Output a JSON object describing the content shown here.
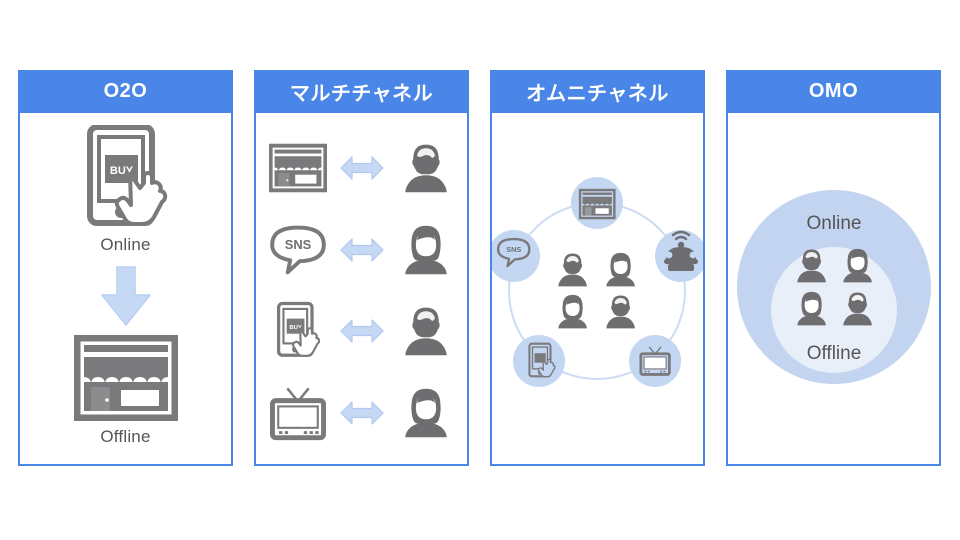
{
  "diagram": {
    "title_omitted": "",
    "panels": [
      {
        "id": "o2o",
        "header": "O2O",
        "top_label": "Online",
        "bottom_label": "Offline",
        "icons": [
          "tablet-buy-hand-icon",
          "down-arrow-icon",
          "store-icon"
        ]
      },
      {
        "id": "multi-channel",
        "header": "マルチチャネル",
        "rows": [
          {
            "left_icon": "store-icon",
            "connector": "double-arrow-icon",
            "right_icon": "person-male-icon"
          },
          {
            "left_icon": "sns-bubble-icon",
            "left_icon_text": "SNS",
            "connector": "double-arrow-icon",
            "right_icon": "person-female-icon"
          },
          {
            "left_icon": "tablet-buy-hand-icon",
            "left_icon_text": "BUY",
            "connector": "double-arrow-icon",
            "right_icon": "person-male-icon"
          },
          {
            "left_icon": "tv-icon",
            "connector": "double-arrow-icon",
            "right_icon": "person-female-icon"
          }
        ]
      },
      {
        "id": "omni-channel",
        "header": "オムニチャネル",
        "ring_icons": [
          {
            "name": "store-icon",
            "position": "top"
          },
          {
            "name": "telephone-icon",
            "position": "right"
          },
          {
            "name": "tv-icon",
            "position": "bottom-right"
          },
          {
            "name": "tablet-buy-hand-icon",
            "position": "bottom-left"
          },
          {
            "name": "sns-bubble-icon",
            "label": "SNS",
            "position": "left"
          }
        ],
        "center_icons": [
          "person-male-icon",
          "person-female-icon",
          "person-female-icon",
          "person-male-icon"
        ]
      },
      {
        "id": "omo",
        "header": "OMO",
        "outer_label": "Online",
        "inner_label": "Offline",
        "center_icons": [
          "person-male-icon",
          "person-female-icon",
          "person-female-icon",
          "person-male-icon"
        ]
      }
    ],
    "buy_button_text": "BUY",
    "sns_text": "SNS"
  },
  "colors": {
    "header_blue": "#4a85e8",
    "border_blue": "#4a85e8",
    "arrow_blue": "#c5d9f5",
    "arrow_blue_stroke": "#b0c8ef",
    "bubble_blue": "#c3d6f2",
    "ring_blue": "#c3d6f2",
    "icon_gray": "#7a7a7d",
    "icon_gray_dark": "#6e6e71",
    "text_gray": "#555558",
    "omo_outer": "#c3d4f0",
    "omo_inner": "#e9eff9",
    "white": "#ffffff"
  }
}
